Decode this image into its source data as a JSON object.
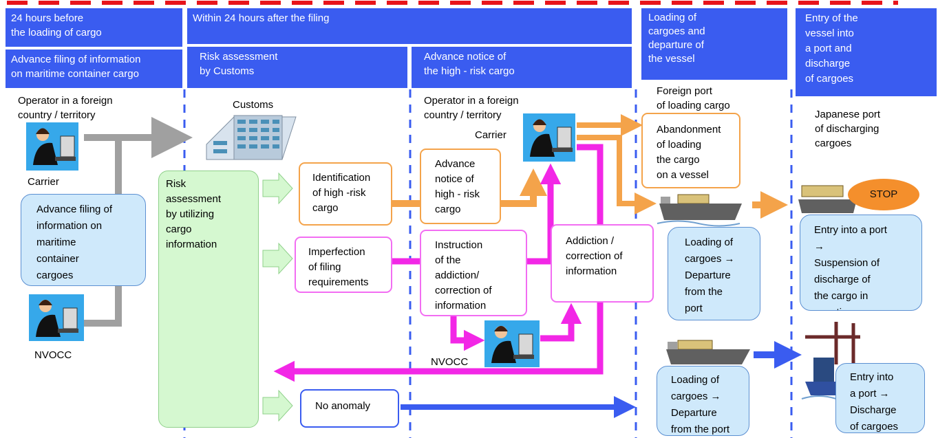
{
  "headers": {
    "col1_top": "24 hours before\nthe loading of cargo",
    "col1_sub": "Advance filing of information\non maritime container cargo",
    "col2_top": "Within 24 hours after the filing",
    "col2_sub_a": "Risk assessment\nby Customs",
    "col2_sub_b": "Advance notice of\nthe high - risk cargo",
    "col3": "Loading of\ncargoes and\ndeparture of\nthe vessel",
    "col4": "Entry of the\nvessel into\na port and\ndischarge\nof cargoes"
  },
  "labels": {
    "operator_foreign_1": "Operator in a foreign\ncountry / territory",
    "carrier_1": "Carrier",
    "nvocc_1": "NVOCC",
    "customs": "Customs",
    "operator_foreign_2": "Operator in a foreign\ncountry / territory",
    "carrier_2": "Carrier",
    "nvocc_2": "NVOCC",
    "foreign_port": "Foreign port\nof loading cargo",
    "japanese_port": "Japanese port\nof discharging\ncargoes"
  },
  "boxes": {
    "advance_filing": "Advance filing of\ninformation on\nmaritime\ncontainer\ncargoes",
    "risk_assessment": "Risk\nassessment\nby utilizing\ncargo\ninformation",
    "identification": "Identification\nof high -risk\ncargo",
    "imperfection": "Imperfection\nof filing\nrequirements",
    "no_anomaly": "No anomaly",
    "advance_notice": "Advance\nnotice of\nhigh - risk\ncargo",
    "instruction": "Instruction\nof the\naddiction/\ncorrection of\ninformation",
    "addiction_correction": "Addiction /\ncorrection of\ninformation",
    "abandonment": "Abandonment\nof loading\nthe cargo\non a vessel",
    "loading_departure_1": "Loading of\ncargoes →\nDeparture\nfrom the\nport",
    "loading_departure_2": "Loading of\ncargoes →\nDeparture\nfrom the port",
    "entry_suspension": "Entry into a port\n→\nSuspension of\ndischarge of\nthe cargo in\nquestion",
    "entry_discharge": "Entry into\na port →\nDischarge\nof cargoes",
    "stop": "STOP"
  },
  "colors": {
    "header_blue": "#3a5cf0",
    "red_dash": "#e8141b",
    "orange": "#f4a34a",
    "pink": "#f227e6",
    "gray": "#a0a0a0",
    "green": "#d5f8d0",
    "light_blue": "#cfe9fb"
  }
}
